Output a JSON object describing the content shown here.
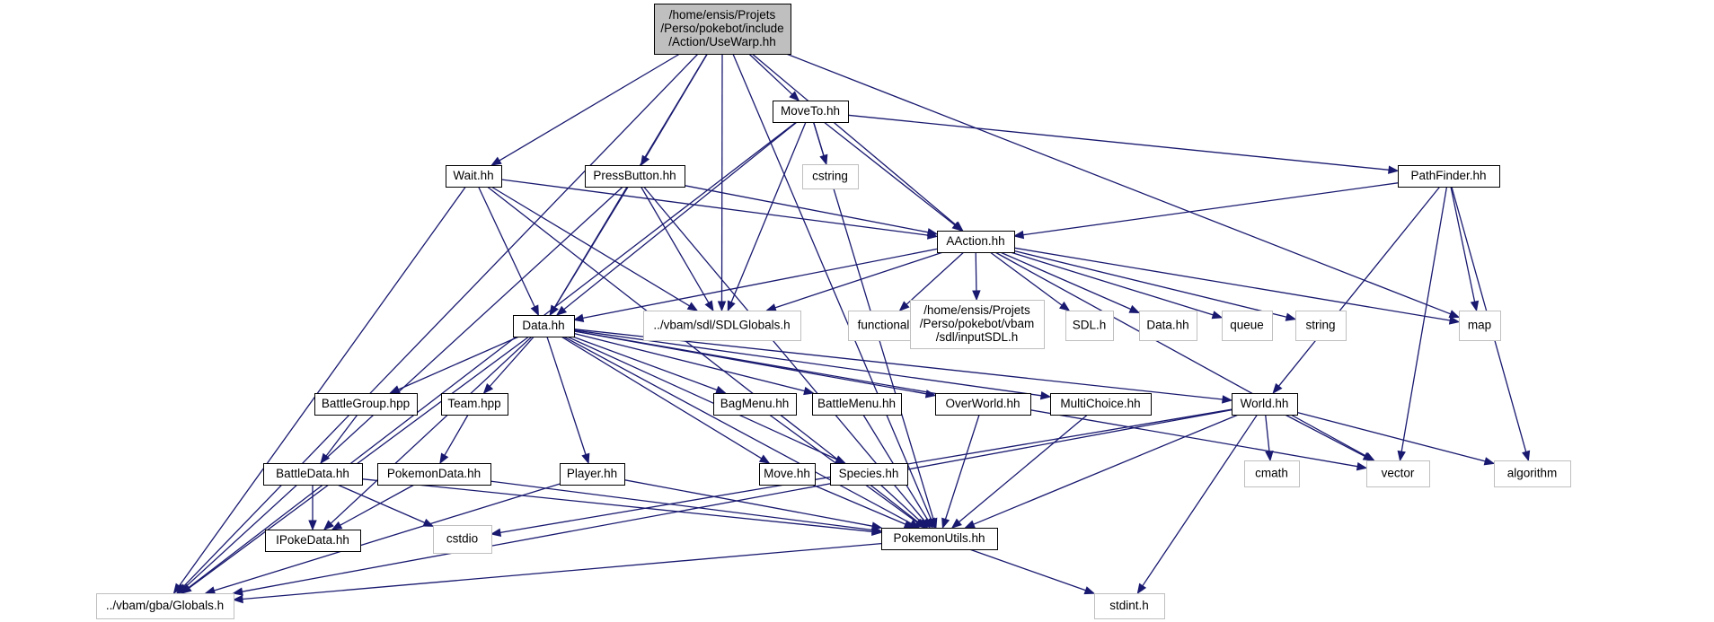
{
  "diagram": {
    "colors": {
      "edge": "#191970",
      "node_border": "#000000",
      "external_border": "#bfbfbf",
      "root_fill": "#bfbfbf",
      "node_fill": "#ffffff"
    },
    "nodes": [
      {
        "id": "root",
        "lines": [
          "/home/ensis/Projets",
          "/Perso/pokebot/include",
          "/Action/UseWarp.hh"
        ],
        "kind": "root"
      },
      {
        "id": "moveto",
        "lines": [
          "MoveTo.hh"
        ],
        "kind": "internal"
      },
      {
        "id": "wait",
        "lines": [
          "Wait.hh"
        ],
        "kind": "internal"
      },
      {
        "id": "pressbutton",
        "lines": [
          "PressButton.hh"
        ],
        "kind": "internal"
      },
      {
        "id": "cstring",
        "lines": [
          "cstring"
        ],
        "kind": "external"
      },
      {
        "id": "pathfinder",
        "lines": [
          "PathFinder.hh"
        ],
        "kind": "internal"
      },
      {
        "id": "aaction",
        "lines": [
          "AAction.hh"
        ],
        "kind": "internal"
      },
      {
        "id": "datahh",
        "lines": [
          "Data.hh"
        ],
        "kind": "internal"
      },
      {
        "id": "sdlglobals",
        "lines": [
          "../vbam/sdl/SDLGlobals.h"
        ],
        "kind": "external"
      },
      {
        "id": "functional",
        "lines": [
          "functional"
        ],
        "kind": "external"
      },
      {
        "id": "inputsdl",
        "lines": [
          "/home/ensis/Projets",
          "/Perso/pokebot/vbam",
          "/sdl/inputSDL.h"
        ],
        "kind": "external"
      },
      {
        "id": "sdlh",
        "lines": [
          "SDL.h"
        ],
        "kind": "external"
      },
      {
        "id": "data2",
        "lines": [
          "Data.hh"
        ],
        "kind": "external"
      },
      {
        "id": "queue",
        "lines": [
          "queue"
        ],
        "kind": "external"
      },
      {
        "id": "string",
        "lines": [
          "string"
        ],
        "kind": "external"
      },
      {
        "id": "map",
        "lines": [
          "map"
        ],
        "kind": "external"
      },
      {
        "id": "battlegroup",
        "lines": [
          "BattleGroup.hpp"
        ],
        "kind": "internal"
      },
      {
        "id": "team",
        "lines": [
          "Team.hpp"
        ],
        "kind": "internal"
      },
      {
        "id": "bagmenu",
        "lines": [
          "BagMenu.hh"
        ],
        "kind": "internal"
      },
      {
        "id": "battlemenu",
        "lines": [
          "BattleMenu.hh"
        ],
        "kind": "internal"
      },
      {
        "id": "overworld",
        "lines": [
          "OverWorld.hh"
        ],
        "kind": "internal"
      },
      {
        "id": "multichoice",
        "lines": [
          "MultiChoice.hh"
        ],
        "kind": "internal"
      },
      {
        "id": "world",
        "lines": [
          "World.hh"
        ],
        "kind": "internal"
      },
      {
        "id": "battledata",
        "lines": [
          "BattleData.hh"
        ],
        "kind": "internal"
      },
      {
        "id": "pokemondata",
        "lines": [
          "PokemonData.hh"
        ],
        "kind": "internal"
      },
      {
        "id": "player",
        "lines": [
          "Player.hh"
        ],
        "kind": "internal"
      },
      {
        "id": "move",
        "lines": [
          "Move.hh"
        ],
        "kind": "internal"
      },
      {
        "id": "species",
        "lines": [
          "Species.hh"
        ],
        "kind": "internal"
      },
      {
        "id": "cmath",
        "lines": [
          "cmath"
        ],
        "kind": "external"
      },
      {
        "id": "vector",
        "lines": [
          "vector"
        ],
        "kind": "external"
      },
      {
        "id": "algorithm",
        "lines": [
          "algorithm"
        ],
        "kind": "external"
      },
      {
        "id": "ipokedata",
        "lines": [
          "IPokeData.hh"
        ],
        "kind": "internal"
      },
      {
        "id": "cstdio",
        "lines": [
          "cstdio"
        ],
        "kind": "external"
      },
      {
        "id": "pokemonutils",
        "lines": [
          "PokemonUtils.hh"
        ],
        "kind": "internal"
      },
      {
        "id": "globals",
        "lines": [
          "../vbam/gba/Globals.h"
        ],
        "kind": "external"
      },
      {
        "id": "stdint",
        "lines": [
          "stdint.h"
        ],
        "kind": "external"
      }
    ],
    "edges": [
      [
        "root",
        "globals"
      ],
      [
        "root",
        "wait"
      ],
      [
        "root",
        "datahh"
      ],
      [
        "root",
        "pressbutton"
      ],
      [
        "root",
        "sdlglobals"
      ],
      [
        "root",
        "moveto"
      ],
      [
        "root",
        "aaction"
      ],
      [
        "root",
        "map"
      ],
      [
        "root",
        "pokemonutils"
      ],
      [
        "moveto",
        "globals"
      ],
      [
        "moveto",
        "datahh"
      ],
      [
        "moveto",
        "sdlglobals"
      ],
      [
        "moveto",
        "cstring"
      ],
      [
        "moveto",
        "aaction"
      ],
      [
        "moveto",
        "pathfinder"
      ],
      [
        "moveto",
        "pokemonutils"
      ],
      [
        "wait",
        "globals"
      ],
      [
        "wait",
        "datahh"
      ],
      [
        "wait",
        "sdlglobals"
      ],
      [
        "wait",
        "aaction"
      ],
      [
        "wait",
        "pokemonutils"
      ],
      [
        "pressbutton",
        "globals"
      ],
      [
        "pressbutton",
        "datahh"
      ],
      [
        "pressbutton",
        "sdlglobals"
      ],
      [
        "pressbutton",
        "aaction"
      ],
      [
        "pressbutton",
        "pokemonutils"
      ],
      [
        "pathfinder",
        "aaction"
      ],
      [
        "pathfinder",
        "world"
      ],
      [
        "pathfinder",
        "map"
      ],
      [
        "pathfinder",
        "vector"
      ],
      [
        "pathfinder",
        "algorithm"
      ],
      [
        "aaction",
        "datahh"
      ],
      [
        "aaction",
        "sdlglobals"
      ],
      [
        "aaction",
        "functional"
      ],
      [
        "aaction",
        "inputsdl"
      ],
      [
        "aaction",
        "sdlh"
      ],
      [
        "aaction",
        "data2"
      ],
      [
        "aaction",
        "queue"
      ],
      [
        "aaction",
        "string"
      ],
      [
        "aaction",
        "map"
      ],
      [
        "aaction",
        "vector"
      ],
      [
        "datahh",
        "globals"
      ],
      [
        "datahh",
        "ipokedata"
      ],
      [
        "datahh",
        "battlegroup"
      ],
      [
        "datahh",
        "team"
      ],
      [
        "datahh",
        "player"
      ],
      [
        "datahh",
        "move"
      ],
      [
        "datahh",
        "species"
      ],
      [
        "datahh",
        "bagmenu"
      ],
      [
        "datahh",
        "battlemenu"
      ],
      [
        "datahh",
        "overworld"
      ],
      [
        "datahh",
        "multichoice"
      ],
      [
        "datahh",
        "world"
      ],
      [
        "datahh",
        "pokemonutils"
      ],
      [
        "datahh",
        "vector"
      ],
      [
        "battlegroup",
        "battledata"
      ],
      [
        "team",
        "pokemondata"
      ],
      [
        "battledata",
        "ipokedata"
      ],
      [
        "battledata",
        "cstdio"
      ],
      [
        "battledata",
        "pokemonutils"
      ],
      [
        "pokemondata",
        "ipokedata"
      ],
      [
        "pokemondata",
        "pokemonutils"
      ],
      [
        "player",
        "globals"
      ],
      [
        "player",
        "pokemonutils"
      ],
      [
        "move",
        "pokemonutils"
      ],
      [
        "species",
        "pokemonutils"
      ],
      [
        "bagmenu",
        "pokemonutils"
      ],
      [
        "battlemenu",
        "pokemonutils"
      ],
      [
        "overworld",
        "pokemonutils"
      ],
      [
        "multichoice",
        "pokemonutils"
      ],
      [
        "world",
        "cstdio"
      ],
      [
        "world",
        "cmath"
      ],
      [
        "world",
        "vector"
      ],
      [
        "world",
        "algorithm"
      ],
      [
        "world",
        "stdint"
      ],
      [
        "world",
        "globals"
      ],
      [
        "world",
        "pokemonutils"
      ],
      [
        "pokemonutils",
        "globals"
      ],
      [
        "pokemonutils",
        "stdint"
      ]
    ]
  }
}
